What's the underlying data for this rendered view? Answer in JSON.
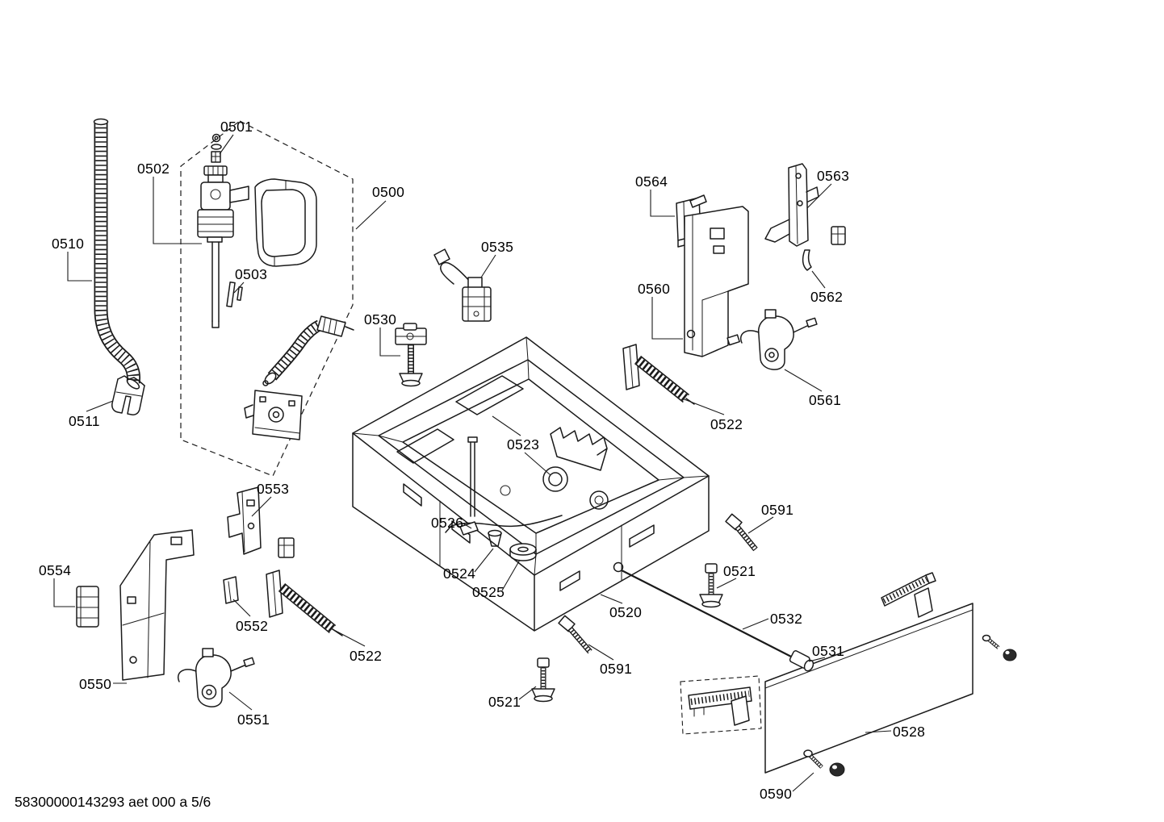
{
  "page": {
    "background": "#ffffff",
    "ink": "#1a1a1a"
  },
  "footer": "58300000143293 aet 000 a 5/6",
  "labels": [
    "0501",
    "0502",
    "0500",
    "0510",
    "0503",
    "0535",
    "0530",
    "0564",
    "0563",
    "0560",
    "0562",
    "0561",
    "0522",
    "0511",
    "0523",
    "0553",
    "0591",
    "0526",
    "0554",
    "0524",
    "0521",
    "0525",
    "0520",
    "0532",
    "0552",
    "0522",
    "0531",
    "0591",
    "0550",
    "0521",
    "0551",
    "0528",
    "0590"
  ]
}
